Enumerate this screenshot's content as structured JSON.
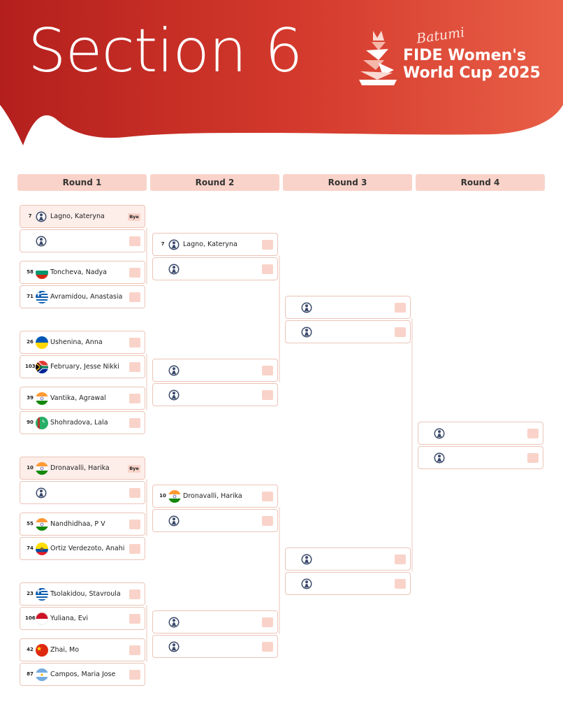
{
  "header": {
    "section_title": "Section 6",
    "brand_city": "Batumi",
    "brand_line1": "FIDE Women's",
    "brand_line2": "World Cup 2025"
  },
  "colors": {
    "primary_red": "#c62a24",
    "accent_salmon": "#f9d3c9",
    "border": "#ecc4b8"
  },
  "rounds": [
    "Round 1",
    "Round 2",
    "Round 3",
    "Round 4"
  ],
  "round1": [
    {
      "seed": "7",
      "flag": "fide",
      "name": "Lagno, Kateryna",
      "badge": "Bye"
    },
    {
      "seed": "",
      "flag": "",
      "name": "",
      "badge": ""
    },
    {
      "seed": "58",
      "flag": "bulgaria",
      "name": "Toncheva, Nadya",
      "badge": ""
    },
    {
      "seed": "71",
      "flag": "greece",
      "name": "Avramidou, Anastasia",
      "badge": ""
    },
    {
      "seed": "26",
      "flag": "ukraine",
      "name": "Ushenina, Anna",
      "badge": ""
    },
    {
      "seed": "103",
      "flag": "south-africa",
      "name": "February, Jesse Nikki",
      "badge": ""
    },
    {
      "seed": "39",
      "flag": "india",
      "name": "Vantika, Agrawal",
      "badge": ""
    },
    {
      "seed": "90",
      "flag": "turkmenistan",
      "name": "Shohradova, Lala",
      "badge": ""
    },
    {
      "seed": "10",
      "flag": "india",
      "name": "Dronavalli, Harika",
      "badge": "Bye"
    },
    {
      "seed": "",
      "flag": "",
      "name": "",
      "badge": ""
    },
    {
      "seed": "55",
      "flag": "india",
      "name": "Nandhidhaa, P V",
      "badge": ""
    },
    {
      "seed": "74",
      "flag": "ecuador",
      "name": "Ortiz Verdezoto, Anahi",
      "badge": ""
    },
    {
      "seed": "23",
      "flag": "greece",
      "name": "Tsolakidou, Stavroula",
      "badge": ""
    },
    {
      "seed": "106",
      "flag": "indonesia",
      "name": "Yuliana, Evi",
      "badge": ""
    },
    {
      "seed": "42",
      "flag": "china",
      "name": "Zhai, Mo",
      "badge": ""
    },
    {
      "seed": "87",
      "flag": "argentina",
      "name": "Campos, Maria Jose",
      "badge": ""
    }
  ],
  "round2": [
    {
      "seed": "7",
      "flag": "fide",
      "name": "Lagno, Kateryna"
    },
    {
      "seed": "",
      "flag": "",
      "name": ""
    },
    {
      "seed": "",
      "flag": "",
      "name": ""
    },
    {
      "seed": "",
      "flag": "",
      "name": ""
    },
    {
      "seed": "10",
      "flag": "india",
      "name": "Dronavalli, Harika"
    },
    {
      "seed": "",
      "flag": "",
      "name": ""
    },
    {
      "seed": "",
      "flag": "",
      "name": ""
    },
    {
      "seed": "",
      "flag": "",
      "name": ""
    }
  ],
  "round3": [
    {
      "seed": "",
      "flag": "",
      "name": ""
    },
    {
      "seed": "",
      "flag": "",
      "name": ""
    },
    {
      "seed": "",
      "flag": "",
      "name": ""
    },
    {
      "seed": "",
      "flag": "",
      "name": ""
    }
  ],
  "round4": [
    {
      "seed": "",
      "flag": "",
      "name": ""
    },
    {
      "seed": "",
      "flag": "",
      "name": ""
    }
  ]
}
